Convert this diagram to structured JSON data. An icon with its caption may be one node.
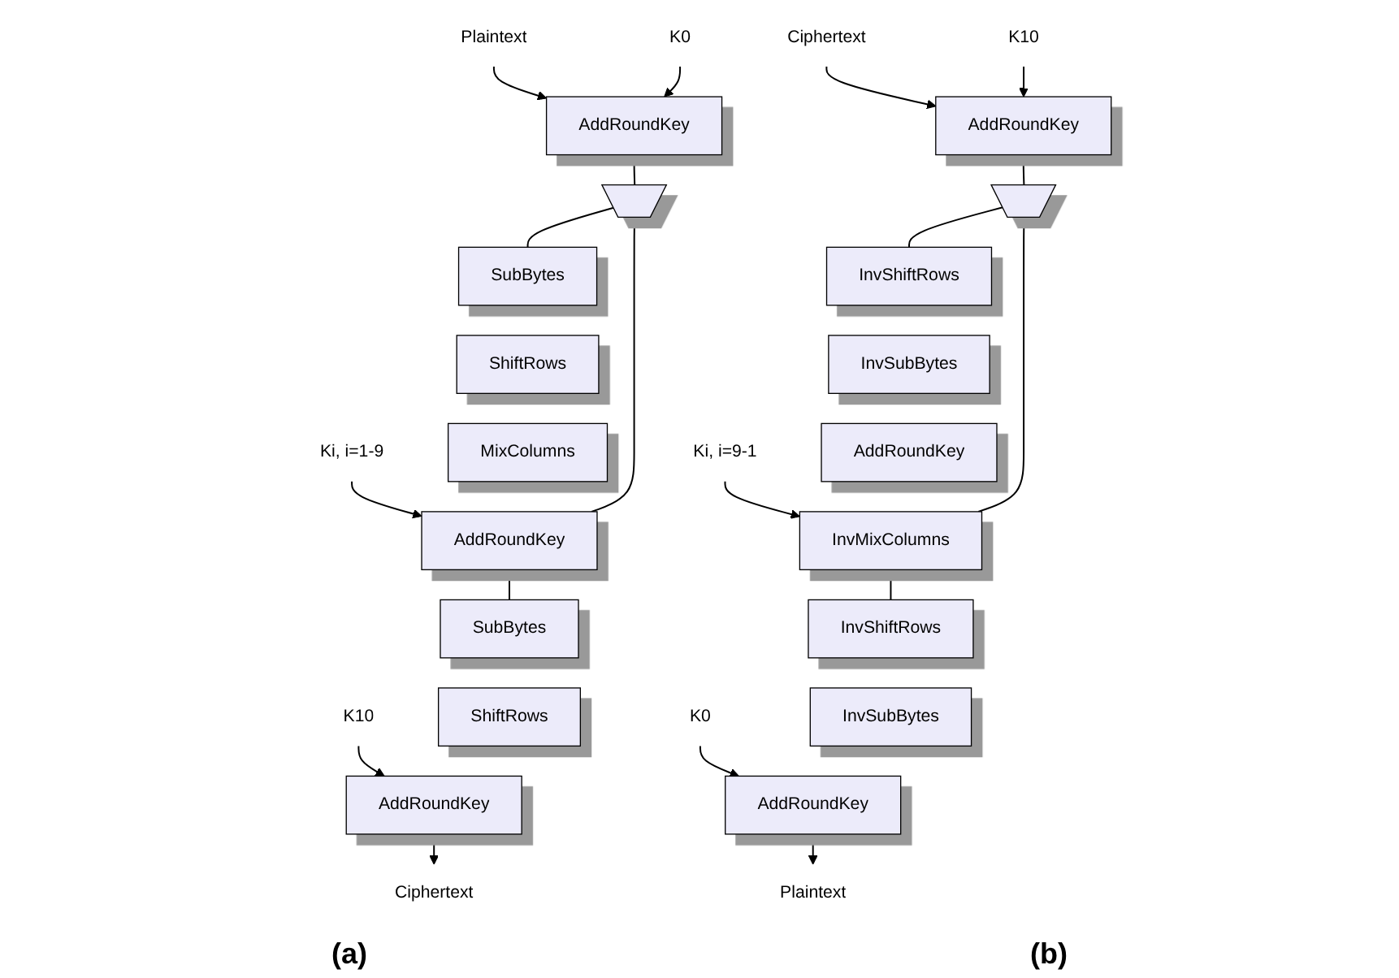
{
  "diagram": {
    "nodes": [
      {
        "text": [
          "Plaintext"
        ]
      },
      {
        "text": [
          "K0"
        ]
      },
      {
        "text": [
          "AddRoundKey"
        ]
      },
      {
        "text": [],
        "shape": "trapezoid"
      },
      {
        "text": [
          "SubBytes"
        ]
      },
      {
        "text": [
          "ShiftRows"
        ]
      },
      {
        "text": [
          "MixColumns"
        ]
      },
      {
        "text": [
          "AddRoundKey"
        ]
      },
      {
        "text": [
          "Ki, i=1-9"
        ]
      },
      {
        "text": [
          "SubBytes"
        ]
      },
      {
        "text": [
          "ShiftRows"
        ]
      },
      {
        "text": [
          "AddRoundKey"
        ]
      },
      {
        "text": [
          "K10"
        ]
      },
      {
        "text": [
          "Ciphertext"
        ]
      },
      {
        "text": [
          "Ciphertext"
        ]
      },
      {
        "text": [
          "K10"
        ]
      },
      {
        "text": [
          "AddRoundKey"
        ]
      },
      {
        "text": [],
        "shape": "trapezoid"
      },
      {
        "text": [
          "InvShiftRows"
        ]
      },
      {
        "text": [
          "InvSubBytes"
        ]
      },
      {
        "text": [
          "AddRoundKey"
        ]
      },
      {
        "text": [
          "InvMixColumns"
        ]
      },
      {
        "text": [
          "Ki, i=9-1"
        ]
      },
      {
        "text": [
          "InvShiftRows"
        ]
      },
      {
        "text": [
          "InvSubBytes"
        ]
      },
      {
        "text": [
          "AddRoundKey"
        ]
      },
      {
        "text": [
          "K0"
        ]
      },
      {
        "text": [
          "Plaintext"
        ]
      }
    ],
    "edges": [
      {
        "from": 0,
        "to": 2,
        "arrow": "to"
      },
      {
        "from": 1,
        "to": 2,
        "arrow": "to"
      },
      {
        "from": 2,
        "to": 3,
        "arrow": "none"
      },
      {
        "from": 7,
        "to": 3,
        "arrow": "none"
      },
      {
        "from": 3,
        "to": 4,
        "arrow": "none"
      },
      {
        "from": 8,
        "to": 7,
        "arrow": "to"
      },
      {
        "from": 7,
        "to": 9,
        "arrow": "none"
      },
      {
        "from": 12,
        "to": 11,
        "arrow": "to"
      },
      {
        "from": 11,
        "to": 13,
        "arrow": "to"
      },
      {
        "from": 14,
        "to": 16,
        "arrow": "to"
      },
      {
        "from": 15,
        "to": 16,
        "arrow": "to"
      },
      {
        "from": 16,
        "to": 17,
        "arrow": "none"
      },
      {
        "from": 21,
        "to": 17,
        "arrow": "none"
      },
      {
        "from": 17,
        "to": 18,
        "arrow": "none"
      },
      {
        "from": 22,
        "to": 21,
        "arrow": "to"
      },
      {
        "from": 21,
        "to": 23,
        "arrow": "none"
      },
      {
        "from": 26,
        "to": 25,
        "arrow": "to"
      },
      {
        "from": 25,
        "to": 27,
        "arrow": "to"
      }
    ],
    "labels": [
      "(a)",
      "(b)"
    ]
  }
}
